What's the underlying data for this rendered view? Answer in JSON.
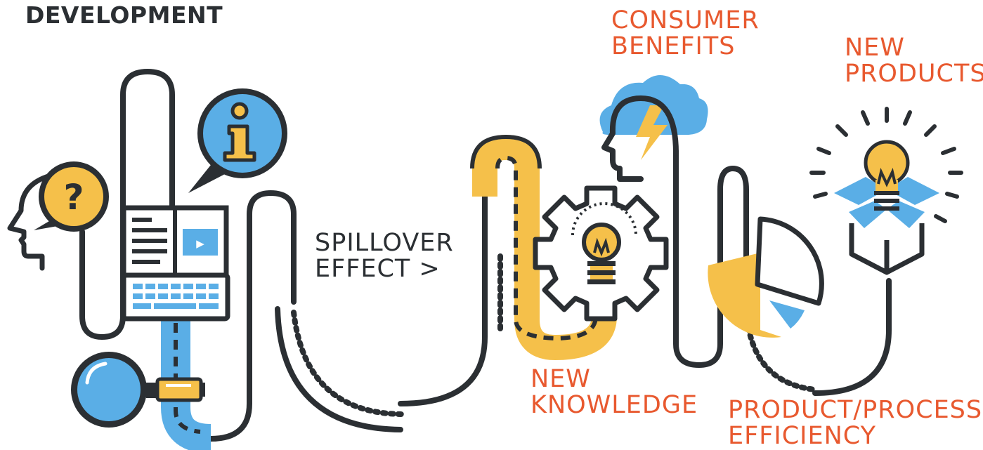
{
  "title": "DEVELOPMENT",
  "labels": {
    "spillover_line1": "SPILLOVER",
    "spillover_line2": "EFFECT >",
    "consumer_line1": "CONSUMER",
    "consumer_line2": "BENEFITS",
    "products_line1": "NEW",
    "products_line2": "PRODUCTS",
    "knowledge_line1": "NEW",
    "knowledge_line2": "KNOWLEDGE",
    "efficiency_line1": "PRODUCT/PROCESS",
    "efficiency_line2": "EFFICIENCY"
  },
  "icons": {
    "question_glyph": "?",
    "play_glyph": "▶"
  },
  "colors": {
    "ink": "#2b2f33",
    "accent": "#e8592f",
    "blue": "#5aaee6",
    "yellow": "#f5c04a"
  }
}
